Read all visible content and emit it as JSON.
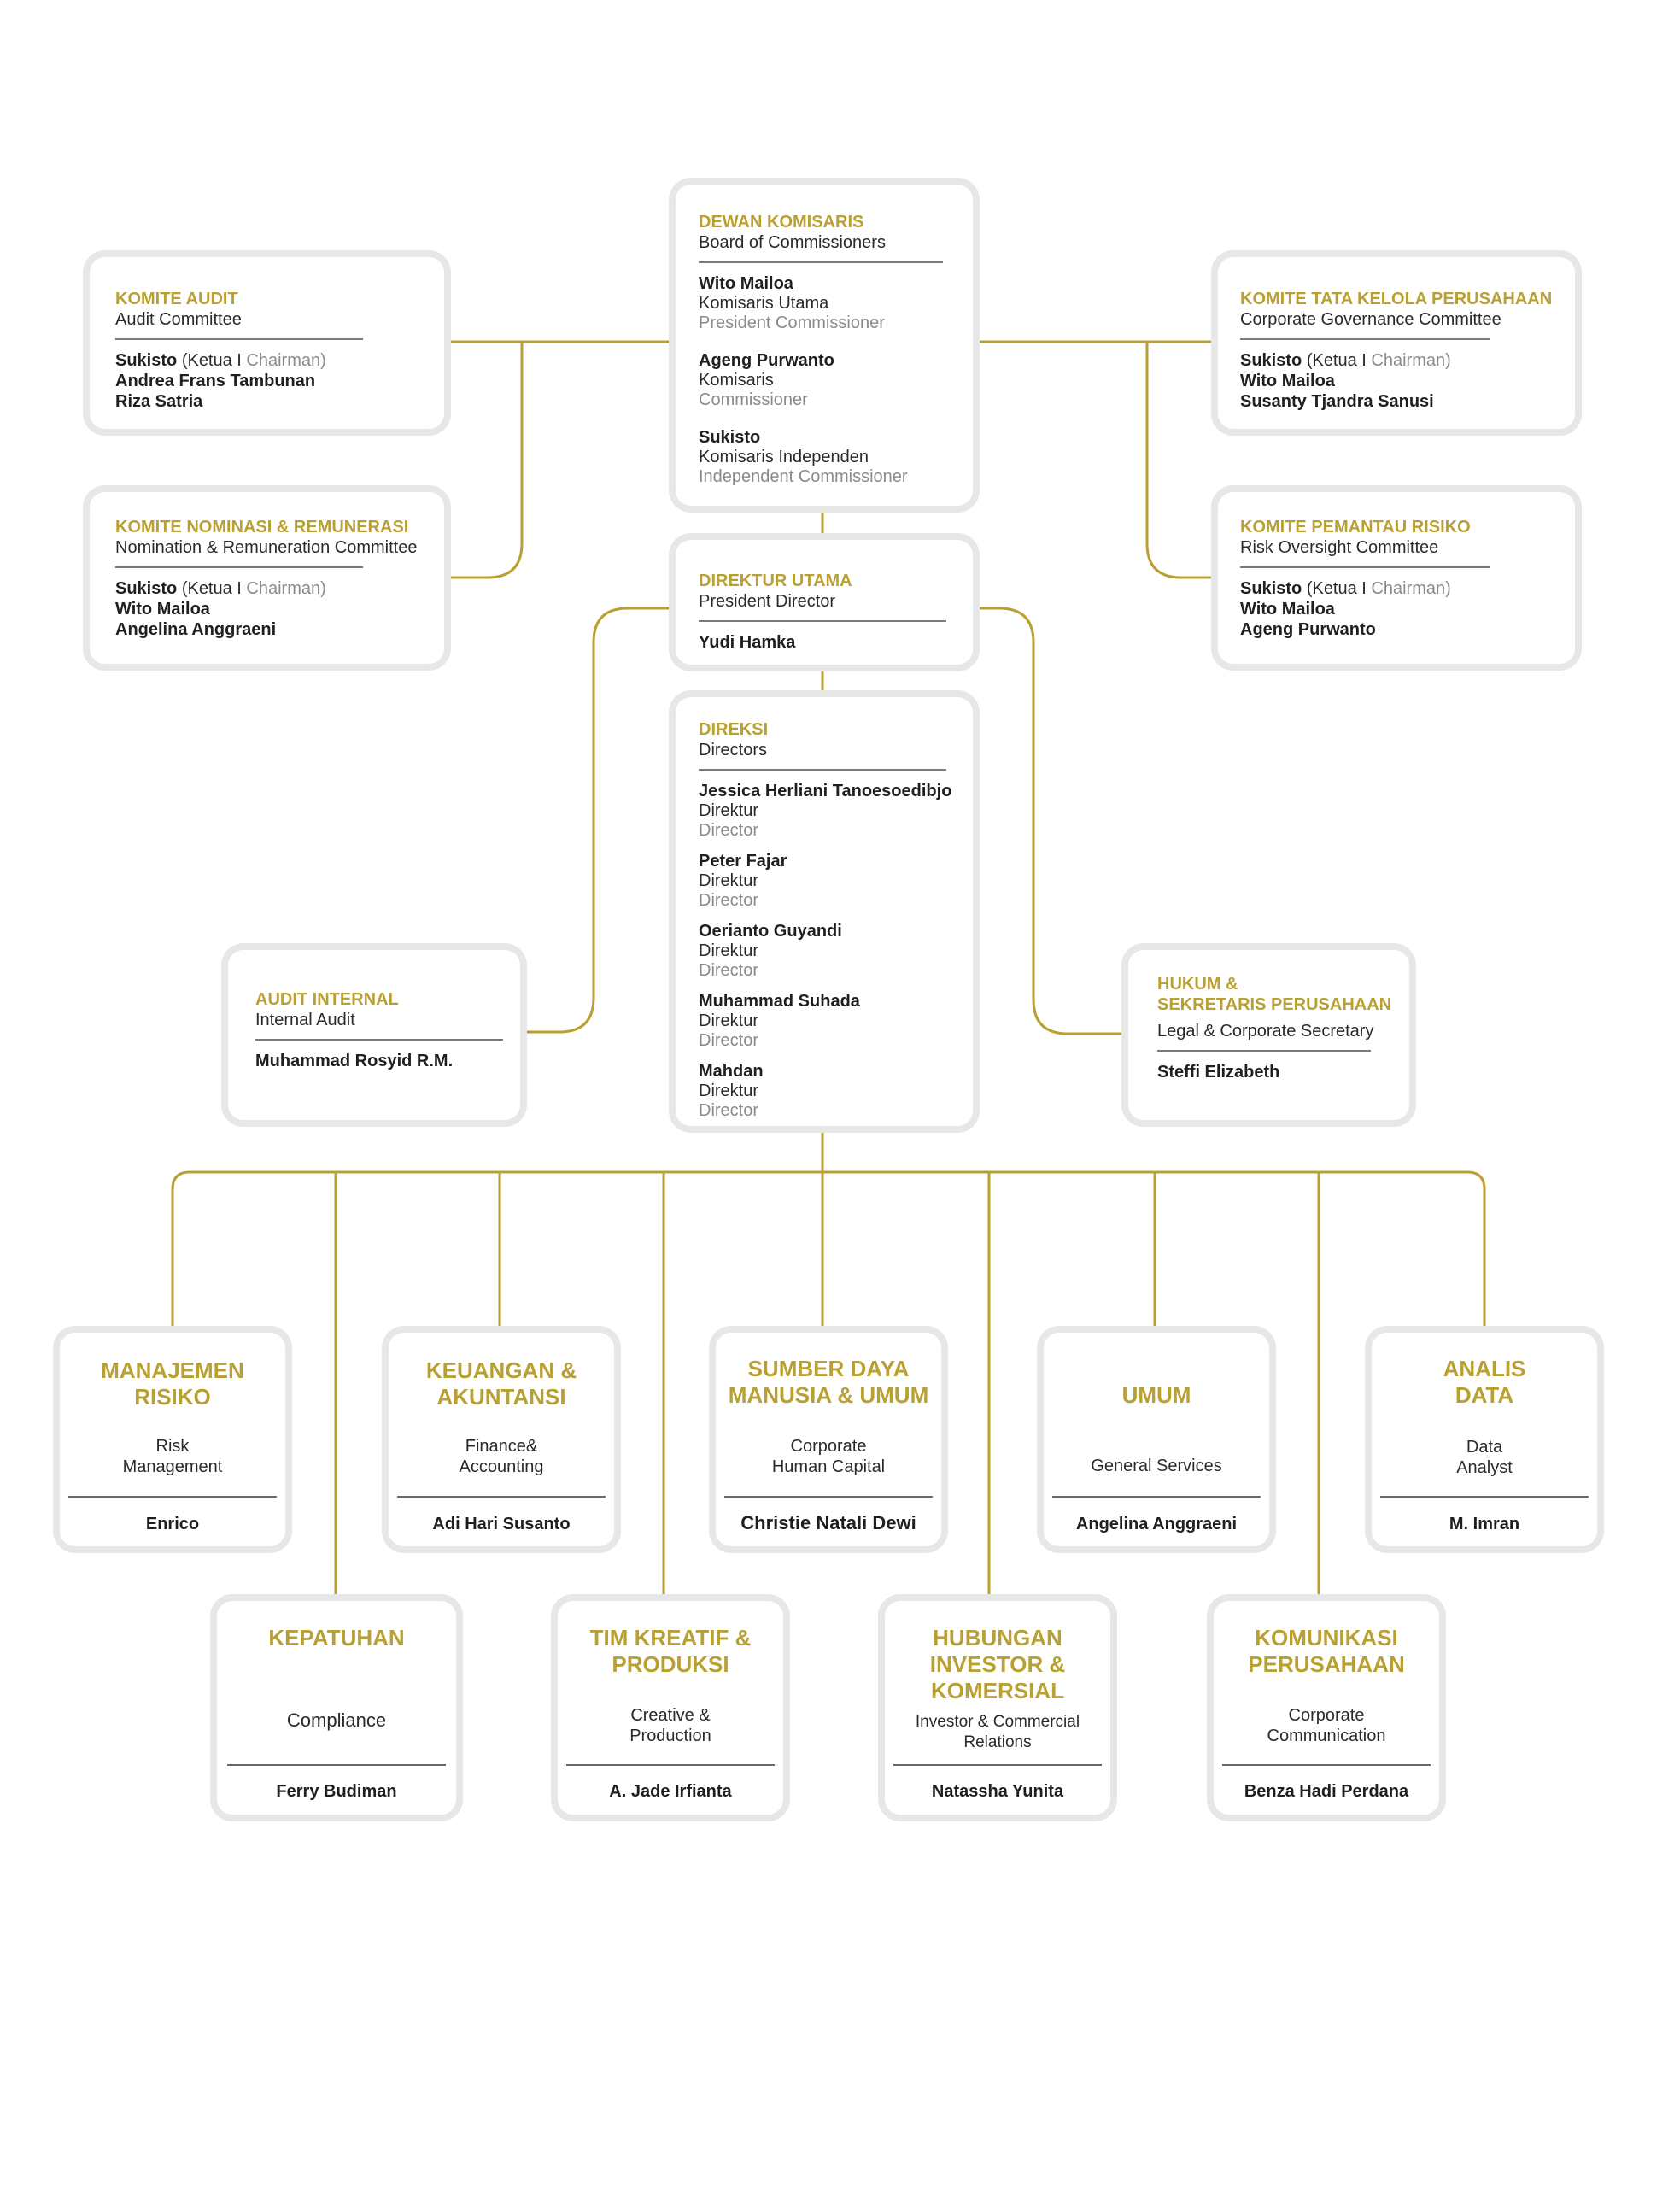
{
  "colors": {
    "accent": "#b9a033",
    "box_border": "#e7e7e8",
    "rule": "#7a7a7a"
  },
  "board": {
    "title": "DEWAN KOMISARIS",
    "subtitle": "Board of Commissioners",
    "members": [
      {
        "name": "Wito Mailoa",
        "role_id": "Komisaris Utama",
        "role_en": "President Commissioner"
      },
      {
        "name": "Ageng Purwanto",
        "role_id": "Komisaris",
        "role_en": "Commissioner"
      },
      {
        "name": "Sukisto",
        "role_id": "Komisaris Independen",
        "role_en": "Independent Commissioner"
      }
    ]
  },
  "audit_committee": {
    "title": "KOMITE AUDIT",
    "subtitle": "Audit Committee",
    "chair_name": "Sukisto",
    "chair_ketua": "(Ketua I",
    "chair_en": "Chairman)",
    "members": [
      "Andrea Frans Tambunan",
      "Riza Satria"
    ]
  },
  "nomination_committee": {
    "title": "KOMITE NOMINASI & REMUNERASI",
    "subtitle": "Nomination & Remuneration Committee",
    "chair_name": "Sukisto",
    "chair_ketua": "(Ketua I",
    "chair_en": "Chairman)",
    "members": [
      "Wito Mailoa",
      "Angelina Anggraeni"
    ]
  },
  "governance_committee": {
    "title": "KOMITE TATA KELOLA PERUSAHAAN",
    "subtitle": "Corporate Governance Committee",
    "chair_name": "Sukisto",
    "chair_ketua": "(Ketua I",
    "chair_en": "Chairman)",
    "members": [
      "Wito Mailoa",
      "Susanty Tjandra Sanusi"
    ]
  },
  "risk_committee": {
    "title": "KOMITE PEMANTAU RISIKO",
    "subtitle": "Risk Oversight Committee",
    "chair_name": "Sukisto",
    "chair_ketua": "(Ketua I",
    "chair_en": "Chairman)",
    "members": [
      "Wito Mailoa",
      "Ageng Purwanto"
    ]
  },
  "president_director": {
    "title": "DIREKTUR UTAMA",
    "subtitle": "President Director",
    "name": "Yudi Hamka"
  },
  "directors": {
    "title": "DIREKSI",
    "subtitle": "Directors",
    "members": [
      {
        "name": "Jessica Herliani Tanoesoedibjo",
        "role_id": "Direktur",
        "role_en": "Director"
      },
      {
        "name": "Peter Fajar",
        "role_id": "Direktur",
        "role_en": "Director"
      },
      {
        "name": "Oerianto Guyandi",
        "role_id": "Direktur",
        "role_en": "Director"
      },
      {
        "name": "Muhammad Suhada",
        "role_id": "Direktur",
        "role_en": "Director"
      },
      {
        "name": "Mahdan",
        "role_id": "Direktur",
        "role_en": "Director"
      }
    ]
  },
  "internal_audit": {
    "title": "AUDIT INTERNAL",
    "subtitle": "Internal Audit",
    "name": "Muhammad Rosyid R.M."
  },
  "legal": {
    "title_line1": "HUKUM &",
    "title_line2": "SEKRETARIS PERUSAHAAN",
    "subtitle": "Legal & Corporate Secretary",
    "name": "Steffi Elizabeth"
  },
  "departments": [
    {
      "title": [
        "MANAJEMEN",
        "RISIKO"
      ],
      "sub": [
        "Risk",
        "Management"
      ],
      "head": "Enrico"
    },
    {
      "title": [
        "KEUANGAN &",
        "AKUNTANSI"
      ],
      "sub": [
        "Finance&",
        "Accounting"
      ],
      "head": "Adi Hari Susanto"
    },
    {
      "title": [
        "SUMBER DAYA",
        "MANUSIA & UMUM"
      ],
      "sub": [
        "Corporate",
        "Human Capital"
      ],
      "head": "Christie Natali Dewi"
    },
    {
      "title": [
        "UMUM"
      ],
      "sub": [
        "General Services"
      ],
      "head": "Angelina Anggraeni"
    },
    {
      "title": [
        "ANALIS",
        "DATA"
      ],
      "sub": [
        "Data",
        "Analyst"
      ],
      "head": "M. Imran"
    },
    {
      "title": [
        "KEPATUHAN"
      ],
      "sub": [
        "Compliance"
      ],
      "head": "Ferry Budiman"
    },
    {
      "title": [
        "TIM KREATIF &",
        "PRODUKSI"
      ],
      "sub": [
        "Creative &",
        "Production"
      ],
      "head": "A. Jade Irfianta"
    },
    {
      "title": [
        "HUBUNGAN",
        "INVESTOR &",
        "KOMERSIAL"
      ],
      "sub": [
        "Investor & Commercial",
        "Relations"
      ],
      "head": "Natassha Yunita"
    },
    {
      "title": [
        "KOMUNIKASI",
        "PERUSAHAAN"
      ],
      "sub": [
        "Corporate",
        "Communication"
      ],
      "head": "Benza Hadi Perdana"
    }
  ]
}
